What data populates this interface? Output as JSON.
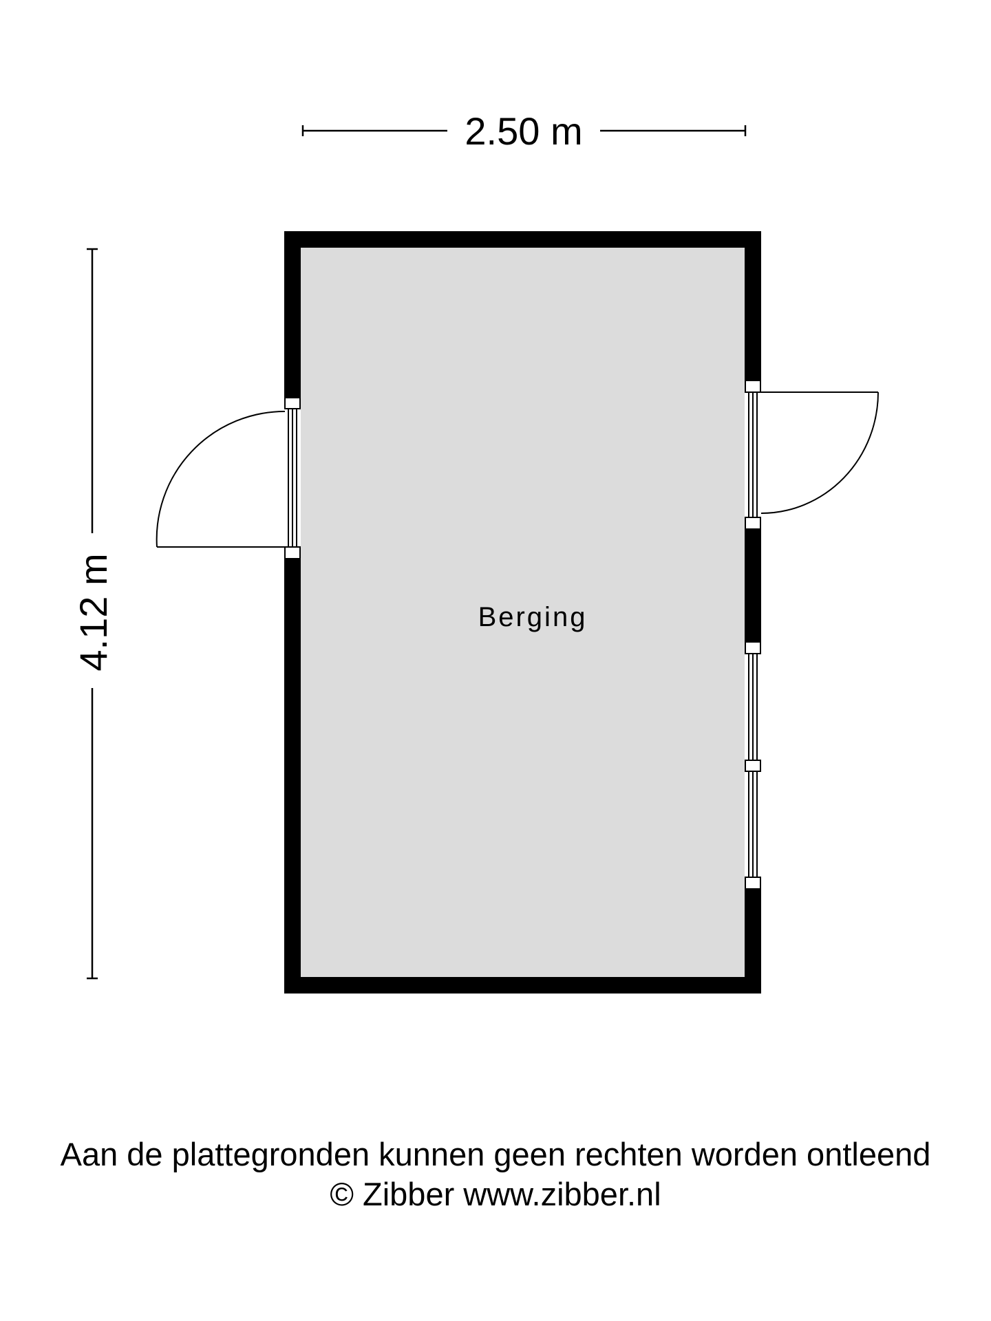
{
  "plan": {
    "width_dimension": "2.50 m",
    "height_dimension": "4.12 m",
    "room": {
      "name": "Berging"
    },
    "colors": {
      "wall": "#000000",
      "floor": "#dcdcdc",
      "background": "#ffffff"
    }
  },
  "footer": {
    "disclaimer": "Aan de plattegronden kunnen geen rechten worden ontleend",
    "credit": "© Zibber www.zibber.nl"
  }
}
